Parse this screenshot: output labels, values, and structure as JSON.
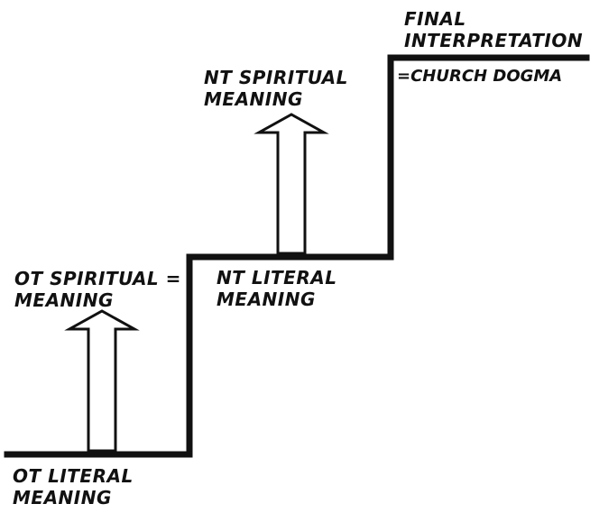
{
  "labels": {
    "ot_literal": [
      "OT LITERAL",
      "MEANING"
    ],
    "ot_spiritual": [
      "OT SPIRITUAL =",
      "MEANING"
    ],
    "nt_literal": [
      "NT LITERAL",
      "MEANING"
    ],
    "nt_spiritual": [
      "NT SPIRITUAL",
      "MEANING"
    ],
    "final": [
      "FINAL",
      "INTERPRETATION"
    ],
    "church_dogma": "=CHURCH DOGMA"
  },
  "colors": {
    "ink": "#111111",
    "background": "#ffffff"
  }
}
